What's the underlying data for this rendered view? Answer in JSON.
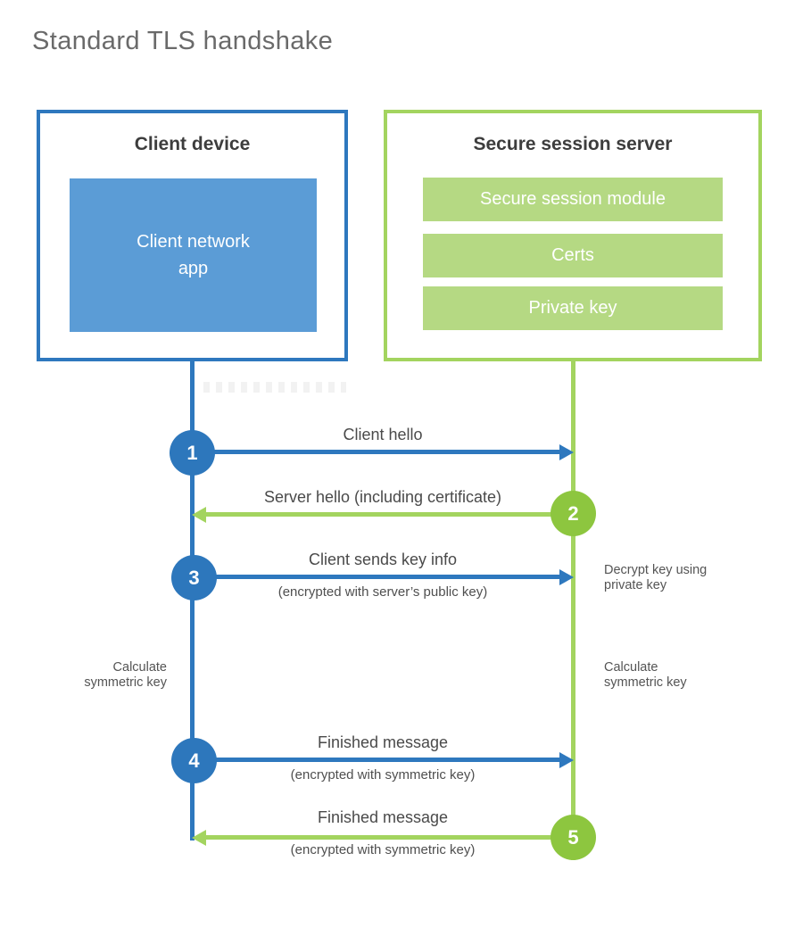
{
  "title": "Standard TLS handshake",
  "colors": {
    "client_blue": "#2e78be",
    "client_app_fill": "#5b9cd6",
    "server_green_border": "#a3d45f",
    "server_module_fill": "#b5d983",
    "green_circle": "#8dc63f",
    "label_text": "#4a4a4a"
  },
  "client": {
    "title": "Client device",
    "app_line1": "Client network",
    "app_line2": "app"
  },
  "server": {
    "title": "Secure session server",
    "modules": [
      "Secure session module",
      "Certs",
      "Private key"
    ]
  },
  "messages": [
    {
      "number": "1",
      "label": "Client hello",
      "sublabel": "",
      "direction": "client-to-server"
    },
    {
      "number": "2",
      "label": "Server hello (including certificate)",
      "sublabel": "",
      "direction": "server-to-client"
    },
    {
      "number": "3",
      "label": "Client sends key info",
      "sublabel": "(encrypted with server’s public key)",
      "direction": "client-to-server"
    },
    {
      "number": "4",
      "label": "Finished message",
      "sublabel": "(encrypted with symmetric key)",
      "direction": "client-to-server"
    },
    {
      "number": "5",
      "label": "Finished message",
      "sublabel": "(encrypted with symmetric key)",
      "direction": "server-to-client"
    }
  ],
  "notes": [
    {
      "text": "Decrypt key using private key",
      "side": "server"
    },
    {
      "text": "Calculate symmetric key",
      "side": "client"
    },
    {
      "text": "Calculate symmetric key",
      "side": "server"
    }
  ]
}
